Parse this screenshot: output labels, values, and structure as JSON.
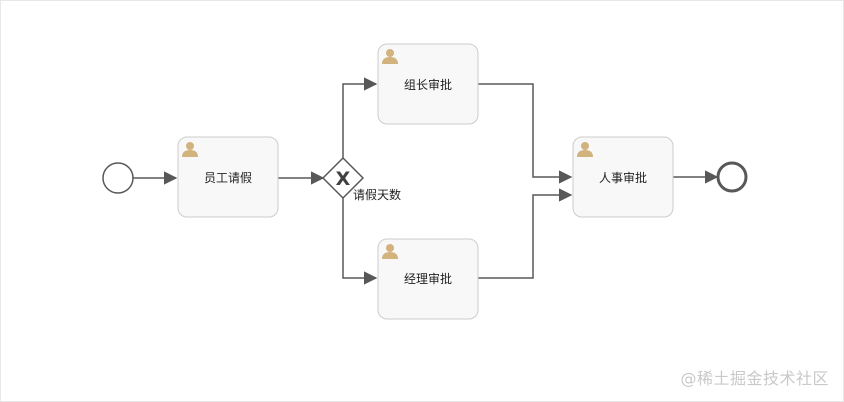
{
  "diagram": {
    "tasks": {
      "employee_leave": "员工请假",
      "leader_approve": "组长审批",
      "manager_approve": "经理审批",
      "hr_approve": "人事审批"
    },
    "gateway": {
      "label": "请假天数",
      "symbol": "X"
    }
  },
  "colors": {
    "task_fill": "#f8f8f8",
    "task_stroke": "#cccccc",
    "edge": "#585858",
    "user_icon": "#d2b27d"
  },
  "icons": {
    "task_icon": "user-icon",
    "start": "start-event-icon",
    "end": "end-event-icon"
  },
  "watermark": "@稀土掘金技术社区"
}
